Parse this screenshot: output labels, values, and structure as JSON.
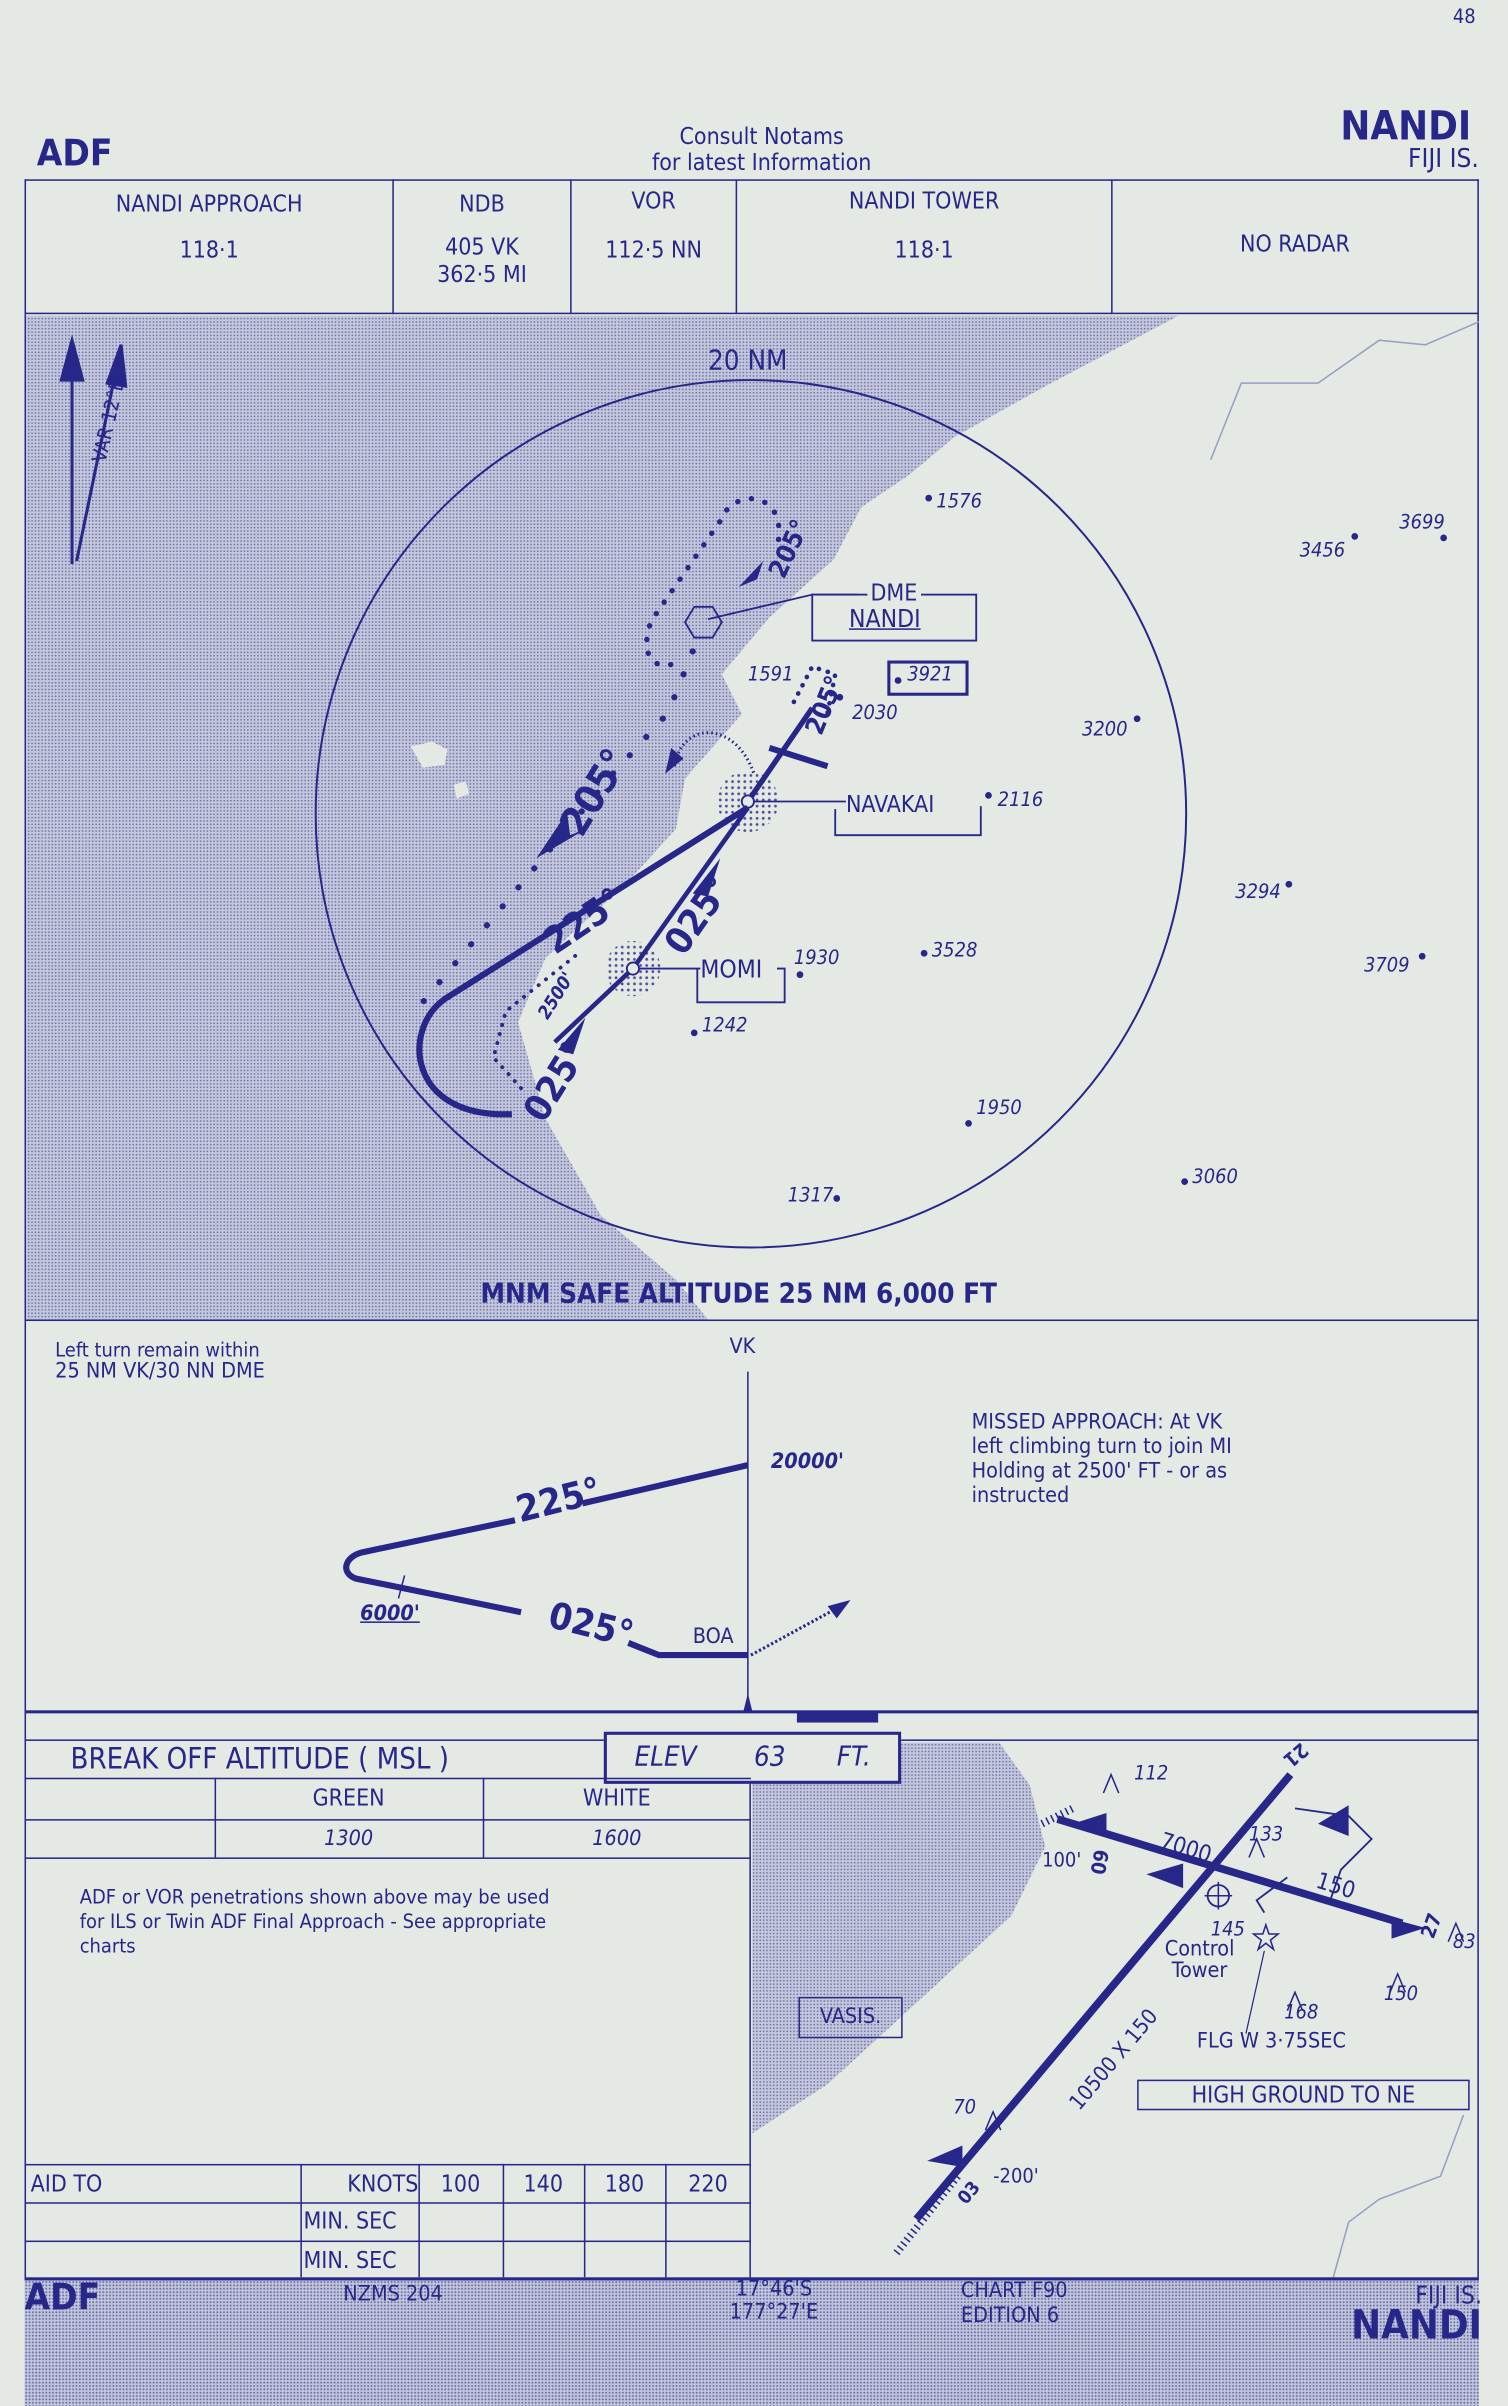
{
  "page_number": "48",
  "header": {
    "procedure": "ADF",
    "notice_line1": "Consult  Notams",
    "notice_line2": "for  latest  Information",
    "airport": "NANDI",
    "country": "FIJI IS."
  },
  "frequencies": [
    {
      "label": "NANDI APPROACH",
      "value": "118·1"
    },
    {
      "label": "NDB",
      "value": "405   VK",
      "value2": "362·5  MI"
    },
    {
      "label": "VOR",
      "value": "112·5 NN"
    },
    {
      "label": "NANDI TOWER",
      "value": "118·1"
    },
    {
      "label": "",
      "value": "NO RADAR"
    }
  ],
  "plan": {
    "ring_label": "20 NM",
    "variation": "VAR  12°E",
    "dme_label": "DME",
    "dme_name": "NANDI",
    "navakai": "NAVAKAI",
    "momi": "MOMI",
    "tracks": {
      "t205a": "205°",
      "t205b": "205°",
      "t205c": "205°",
      "t225": "225°",
      "t025a": "025°",
      "t025b": "025°",
      "alt2500": "2500'"
    },
    "spot_heights": [
      "1576",
      "3699",
      "3456",
      "1591",
      "3921",
      "2030",
      "3200",
      "2116",
      "3294",
      "3709",
      "1930",
      "3528",
      "1242",
      "1950",
      "3060",
      "1317"
    ],
    "msa": "MNM SAFE ALTITUDE 25 NM   6,000 FT"
  },
  "profile": {
    "note_line1": "Left turn remain within",
    "note_line2": "25 NM   VK/30 NN DME",
    "fix": "VK",
    "alt_top": "20000'",
    "alt_low": "6000'",
    "out_track": "225°",
    "in_track": "025°",
    "boa": "BOA",
    "missed": [
      "MISSED APPROACH: At VK",
      "left climbing turn to join MI",
      "Holding at 2500'  FT - or as",
      "instructed"
    ]
  },
  "minima": {
    "title": "BREAK OFF ALTITUDE ( MSL )",
    "elev_label": "ELEV",
    "elev_value": "63",
    "elev_unit": "FT.",
    "headers": [
      "GREEN",
      "WHITE"
    ],
    "values": [
      "1300",
      "1600"
    ],
    "note": [
      "ADF or VOR penetrations shown above may be used",
      "for ILS or Twin ADF Final Approach - See appropriate",
      "charts"
    ]
  },
  "timing": {
    "aid_label": "AID TO",
    "knots_label": "KNOTS",
    "speeds": [
      "100",
      "140",
      "180",
      "220"
    ],
    "rows": [
      "MIN. SEC",
      "MIN. SEC"
    ]
  },
  "aerodrome": {
    "vasis": "VASIS.",
    "rwy_short_len": "7000",
    "rwy_short_width": "150",
    "rwy_long": "10500 X 150",
    "rwy_27": "27",
    "rwy_21": "21",
    "rwy_09": "09",
    "rwy_03": "03",
    "thr100": "100'",
    "thr200": "-200'",
    "tower": "Control",
    "tower2": "Tower",
    "tower_elev": "145",
    "beacon": "FLG W 3·75SEC",
    "high_ground": "HIGH  GROUND   TO  NE",
    "obstacles": [
      "112",
      "133",
      "83",
      "150",
      "168",
      "70"
    ]
  },
  "footer": {
    "procedure": "ADF",
    "map_ref": "NZMS  204",
    "lat": "17°46'S",
    "lon": "177°27'E",
    "chart": "CHART F90",
    "edition": "EDITION  6",
    "country": "FIJI IS.",
    "airport": "NANDI"
  },
  "colors": {
    "ink": "#27278a",
    "paper": "#e5e9e3",
    "sea": "#c3c7d9"
  }
}
